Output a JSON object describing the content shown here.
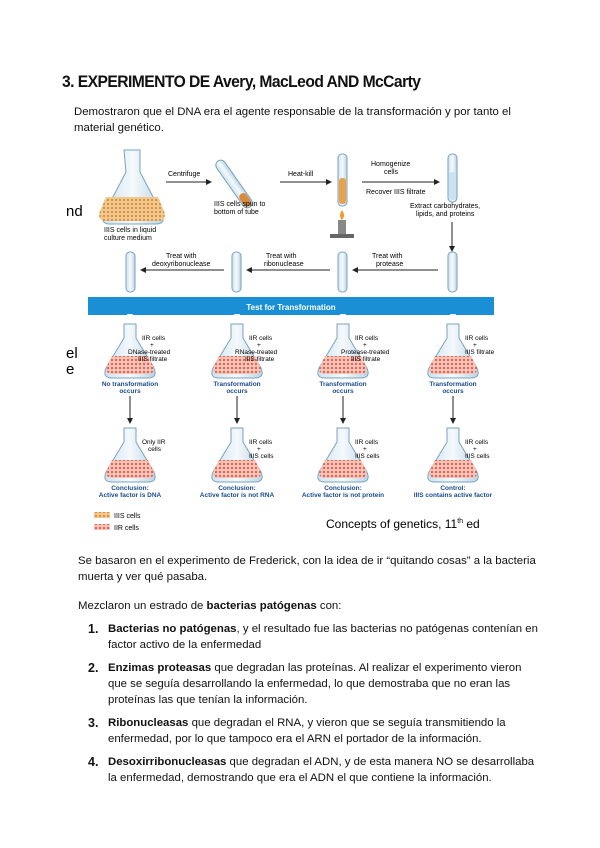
{
  "title": "3.  EXPERIMENTO DE Avery, MacLeod AND McCarty",
  "intro": "Demostraron que el DNA era el agente responsable de la transformación y por tanto el material genético.",
  "figure": {
    "top_labels": {
      "centrifuge": "Centrifuge",
      "heatkill": "Heat-kill",
      "homogenize1": "Homogenize",
      "homogenize2": "cells",
      "recover": "Recover IIIS filtrate",
      "spun1": "IIIS cells spun to",
      "spun2": "bottom of tube",
      "liquid1": "IIIS cells in liquid",
      "liquid2": "culture medium",
      "extract1": "Extract carbohydrates,",
      "extract2": "lipids, and proteins"
    },
    "treat": {
      "dnase1": "Treat with",
      "dnase2": "deoxyribonuclease",
      "rnase1": "Treat with",
      "rnase2": "ribonuclease",
      "prot1": "Treat with",
      "prot2": "protease"
    },
    "band": "Test for Transformation",
    "flasks_top": [
      {
        "l1": "IIR cells",
        "l2": "+",
        "l3": "DNase-treated",
        "l4": "IIIS filtrate",
        "result": [
          "No transformation",
          "occurs"
        ]
      },
      {
        "l1": "IIR cells",
        "l2": "+",
        "l3": "RNase-treated",
        "l4": "IIIS filtrate",
        "result": [
          "Transformation",
          "occurs"
        ]
      },
      {
        "l1": "IIR cells",
        "l2": "+",
        "l3": "Protease-treated",
        "l4": "IIIS filtrate",
        "result": [
          "Transformation",
          "occurs"
        ]
      },
      {
        "l1": "IIR cells",
        "l2": "+",
        "l3": "IIIS filtrate",
        "l4": "",
        "result": [
          "Transformation",
          "occurs"
        ]
      }
    ],
    "flasks_bottom": [
      {
        "l1": "Only IIR",
        "l2": "cells",
        "l3": "",
        "c1": "Conclusion:",
        "c2": "Active factor is DNA"
      },
      {
        "l1": "IIR cells",
        "l2": "+",
        "l3": "IIIS cells",
        "c1": "Conclusion:",
        "c2": "Active factor is not RNA"
      },
      {
        "l1": "IIR cells",
        "l2": "+",
        "l3": "IIIS cells",
        "c1": "Conclusion:",
        "c2": "Active factor is not protein"
      },
      {
        "l1": "IIR cells",
        "l2": "+",
        "l3": "IIIS cells",
        "c1": "Control:",
        "c2": "IIIS contains active factor"
      }
    ],
    "left_fragments": [
      "nd",
      "el",
      "e"
    ],
    "legend": [
      "IIIS cells",
      "IIR cells"
    ],
    "source": "Concepts of genetics, 11",
    "source_sup": "th",
    "source_end": " ed",
    "colors": {
      "band": "#1a8fd6",
      "iiis": "#e8a24a",
      "iir": "#e46a5e",
      "title_blue": "#1a4c8a"
    }
  },
  "para2": "Se basaron en el experimento de Frederick, con la idea de ir “quitando cosas” a la bacteria muerta y ver qué pasaba.",
  "para3_pre": "Mezclaron un estrado de ",
  "para3_bold": "bacterias patógenas",
  "para3_post": " con:",
  "items": [
    {
      "num": "1.",
      "bold": "Bacterias no patógenas",
      "text": ", y el resultado fue las bacterias no patógenas contenían en factor activo de la enfermedad"
    },
    {
      "num": "2.",
      "bold": "Enzimas proteasas",
      "text": " que degradan las proteínas. Al realizar el experimento vieron que se seguía desarrollando la enfermedad, lo que demostraba que no eran las proteínas las que tenían la información."
    },
    {
      "num": "3.",
      "bold": "Ribonucleasas",
      "text": " que degradan el RNA, y vieron que se seguía transmitiendo la enfermedad, por lo que tampoco era el ARN el portador de la información."
    },
    {
      "num": "4.",
      "bold": "Desoxirribonucleasas",
      "text": " que degradan el ADN, y de esta manera NO se desarrollaba la enfermedad, demostrando que era el ADN el que contiene la información."
    }
  ]
}
